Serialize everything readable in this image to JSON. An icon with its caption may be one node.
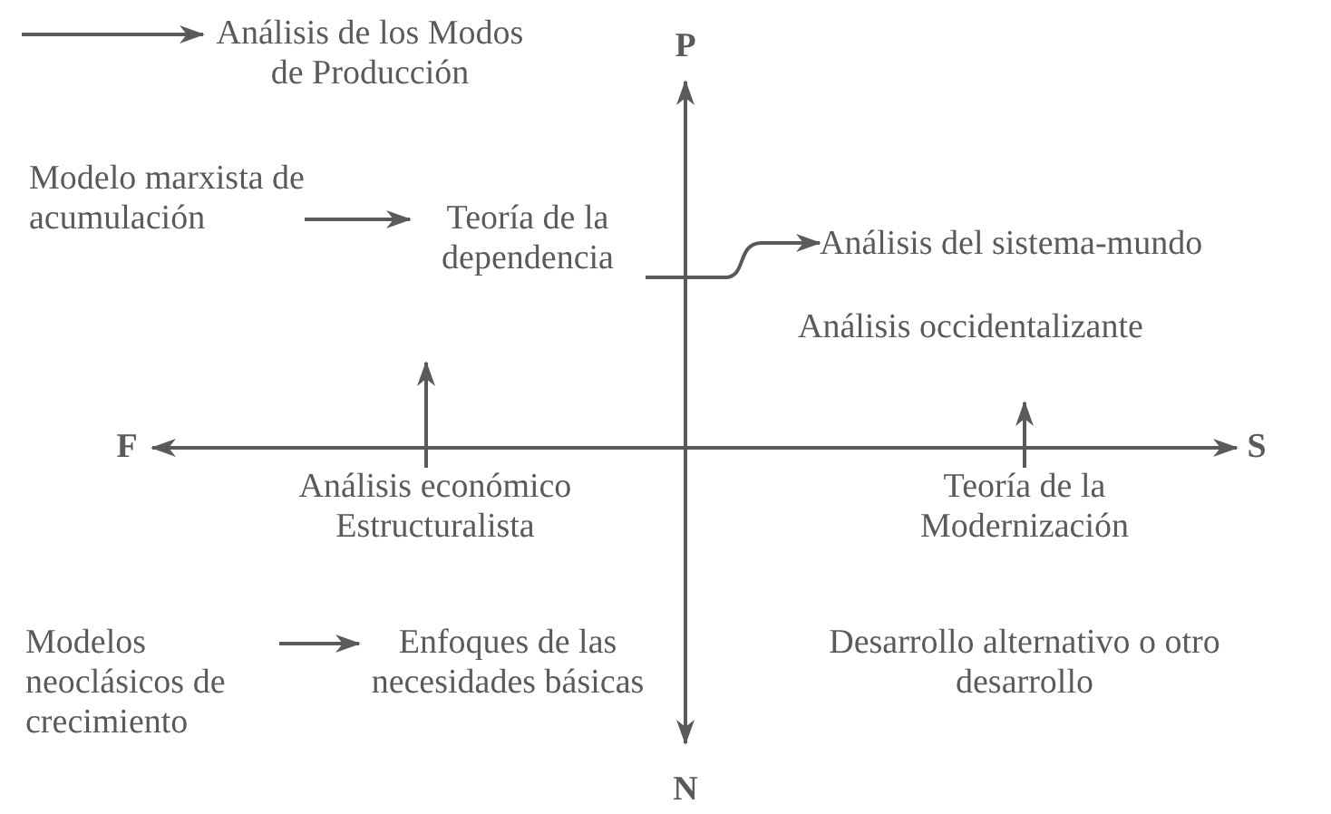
{
  "diagram": {
    "nodes": [
      {
        "text": [
          "Análisis de los Modos de Producción"
        ]
      },
      {
        "text": [
          "Modelo marxista de acumulación"
        ]
      },
      {
        "text": [
          "Teoría de la dependencia"
        ]
      },
      {
        "text": [
          "Análisis del sistema-mundo"
        ]
      },
      {
        "text": [
          "Análisis occidentalizante"
        ]
      },
      {
        "text": [
          "Análisis económico Estructuralista"
        ]
      },
      {
        "text": [
          "Teoría de la Modernización"
        ]
      },
      {
        "text": [
          "Modelos neoclásicos de crecimiento"
        ]
      },
      {
        "text": [
          "Enfoques de las necesidades básicas"
        ]
      },
      {
        "text": [
          "Desarrollo alternativo o otro desarrollo"
        ]
      }
    ],
    "edges": [
      {
        "from": null,
        "to": 0,
        "arrow": "to"
      },
      {
        "from": 1,
        "to": 2,
        "arrow": "to"
      },
      {
        "from": 2,
        "to": 3,
        "arrow": "to"
      },
      {
        "from": 5,
        "to": 2,
        "arrow": "to"
      },
      {
        "from": 6,
        "to": 4,
        "arrow": "to"
      },
      {
        "from": 7,
        "to": 8,
        "arrow": "to"
      }
    ],
    "labels": [
      "P",
      "F",
      "S",
      "N"
    ]
  }
}
